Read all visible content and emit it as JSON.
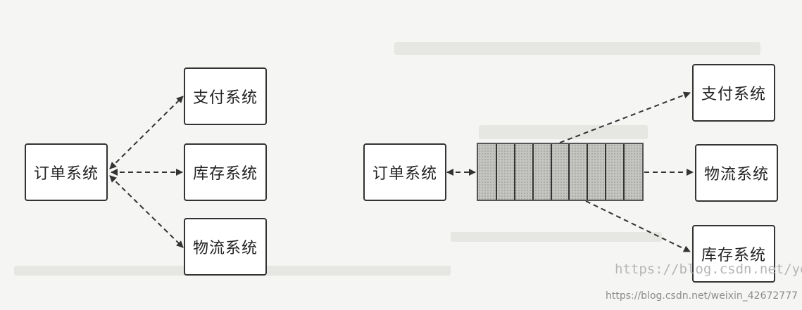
{
  "left_diagram": {
    "order_system": "订单系统",
    "payment_system": "支付系统",
    "inventory_system": "库存系统",
    "logistics_system": "物流系统"
  },
  "right_diagram": {
    "order_system": "订单系统",
    "payment_system": "支付系统",
    "logistics_system": "物流系统",
    "inventory_system": "库存系统",
    "queue_slots": 9
  },
  "watermarks": {
    "overlay": "https://blog.csdn.net/ye",
    "footer": "https://blog.csdn.net/weixin_42672777"
  },
  "colors": {
    "box_border": "#333333",
    "arrow": "#333333",
    "queue_fill": "#c4c4c1"
  }
}
